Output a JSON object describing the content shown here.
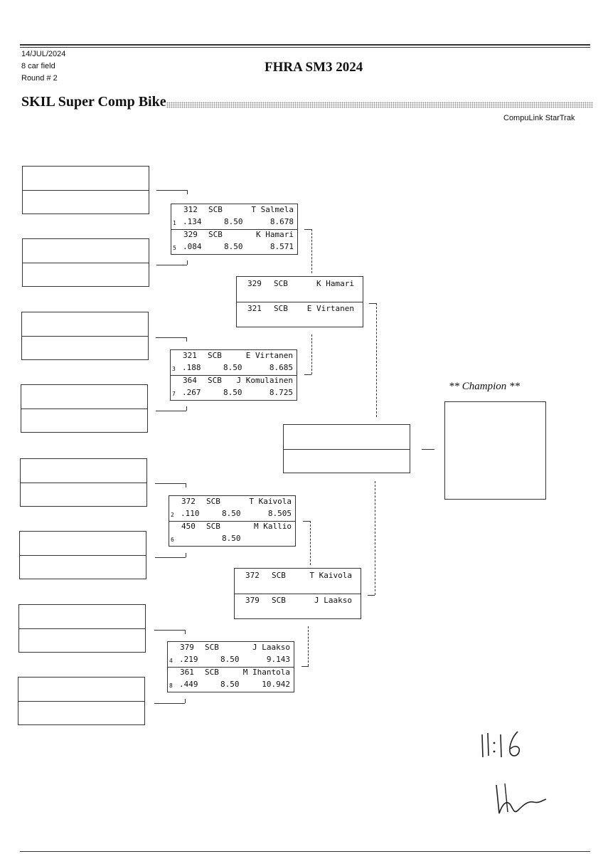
{
  "header": {
    "date": "14/JUL/2024",
    "field": "8 car field",
    "round": "Round # 2",
    "event_title": "FHRA SM3 2024",
    "class_title": "SKIL Super Comp Bike",
    "brand": "CompuLink StarTrak"
  },
  "matchups": [
    {
      "top": {
        "number": "312",
        "cls": "SCB",
        "name": "T Salmela",
        "lane": "1",
        "rt": ".134",
        "dial": "8.50",
        "et": "8.678"
      },
      "bottom": {
        "number": "329",
        "cls": "SCB",
        "name": "K Hamari",
        "lane": "5",
        "rt": ".084",
        "dial": "8.50",
        "et": "8.571"
      }
    },
    {
      "top": {
        "number": "321",
        "cls": "SCB",
        "name": "E Virtanen",
        "lane": "3",
        "rt": ".188",
        "dial": "8.50",
        "et": "8.685"
      },
      "bottom": {
        "number": "364",
        "cls": "SCB",
        "name": "J Komulainen",
        "lane": "7",
        "rt": ".267",
        "dial": "8.50",
        "et": "8.725"
      }
    },
    {
      "top": {
        "number": "372",
        "cls": "SCB",
        "name": "T Kaivola",
        "lane": "2",
        "rt": ".110",
        "dial": "8.50",
        "et": "8.505"
      },
      "bottom": {
        "number": "450",
        "cls": "SCB",
        "name": "M Kallio",
        "lane": "6",
        "rt": "",
        "dial": "8.50",
        "et": ""
      }
    },
    {
      "top": {
        "number": "379",
        "cls": "SCB",
        "name": "J Laakso",
        "lane": "4",
        "rt": ".219",
        "dial": "8.50",
        "et": "9.143"
      },
      "bottom": {
        "number": "361",
        "cls": "SCB",
        "name": "M Ihantola",
        "lane": "8",
        "rt": ".449",
        "dial": "8.50",
        "et": "10.942"
      }
    }
  ],
  "semis": [
    {
      "top": {
        "number": "329",
        "cls": "SCB",
        "name": "K Hamari"
      },
      "bottom": {
        "number": "321",
        "cls": "SCB",
        "name": "E Virtanen"
      }
    },
    {
      "top": {
        "number": "372",
        "cls": "SCB",
        "name": "T Kaivola"
      },
      "bottom": {
        "number": "379",
        "cls": "SCB",
        "name": "J Laakso"
      }
    }
  ],
  "champion_label": "** Champion **",
  "handwriting": {
    "time": "11:16"
  }
}
